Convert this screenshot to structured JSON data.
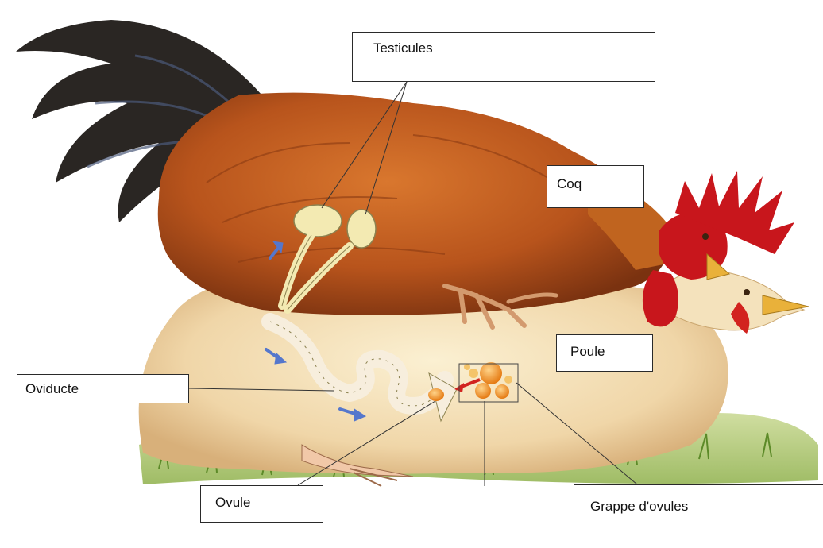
{
  "labels": {
    "testicules": "Testicules",
    "coq": "Coq",
    "poule": "Poule",
    "oviducte": "Oviducte",
    "ovule": "Ovule",
    "grappe": "Grappe d'ovules"
  },
  "colors": {
    "rooster_body": "#b8541c",
    "rooster_tail": "#2a2623",
    "comb": "#c8161c",
    "hen_body": "#f0d6a8",
    "organs": "#f3eab2",
    "ovum": "#f08a20",
    "arrow": "#5577cc",
    "grass": "#8eb04a"
  }
}
